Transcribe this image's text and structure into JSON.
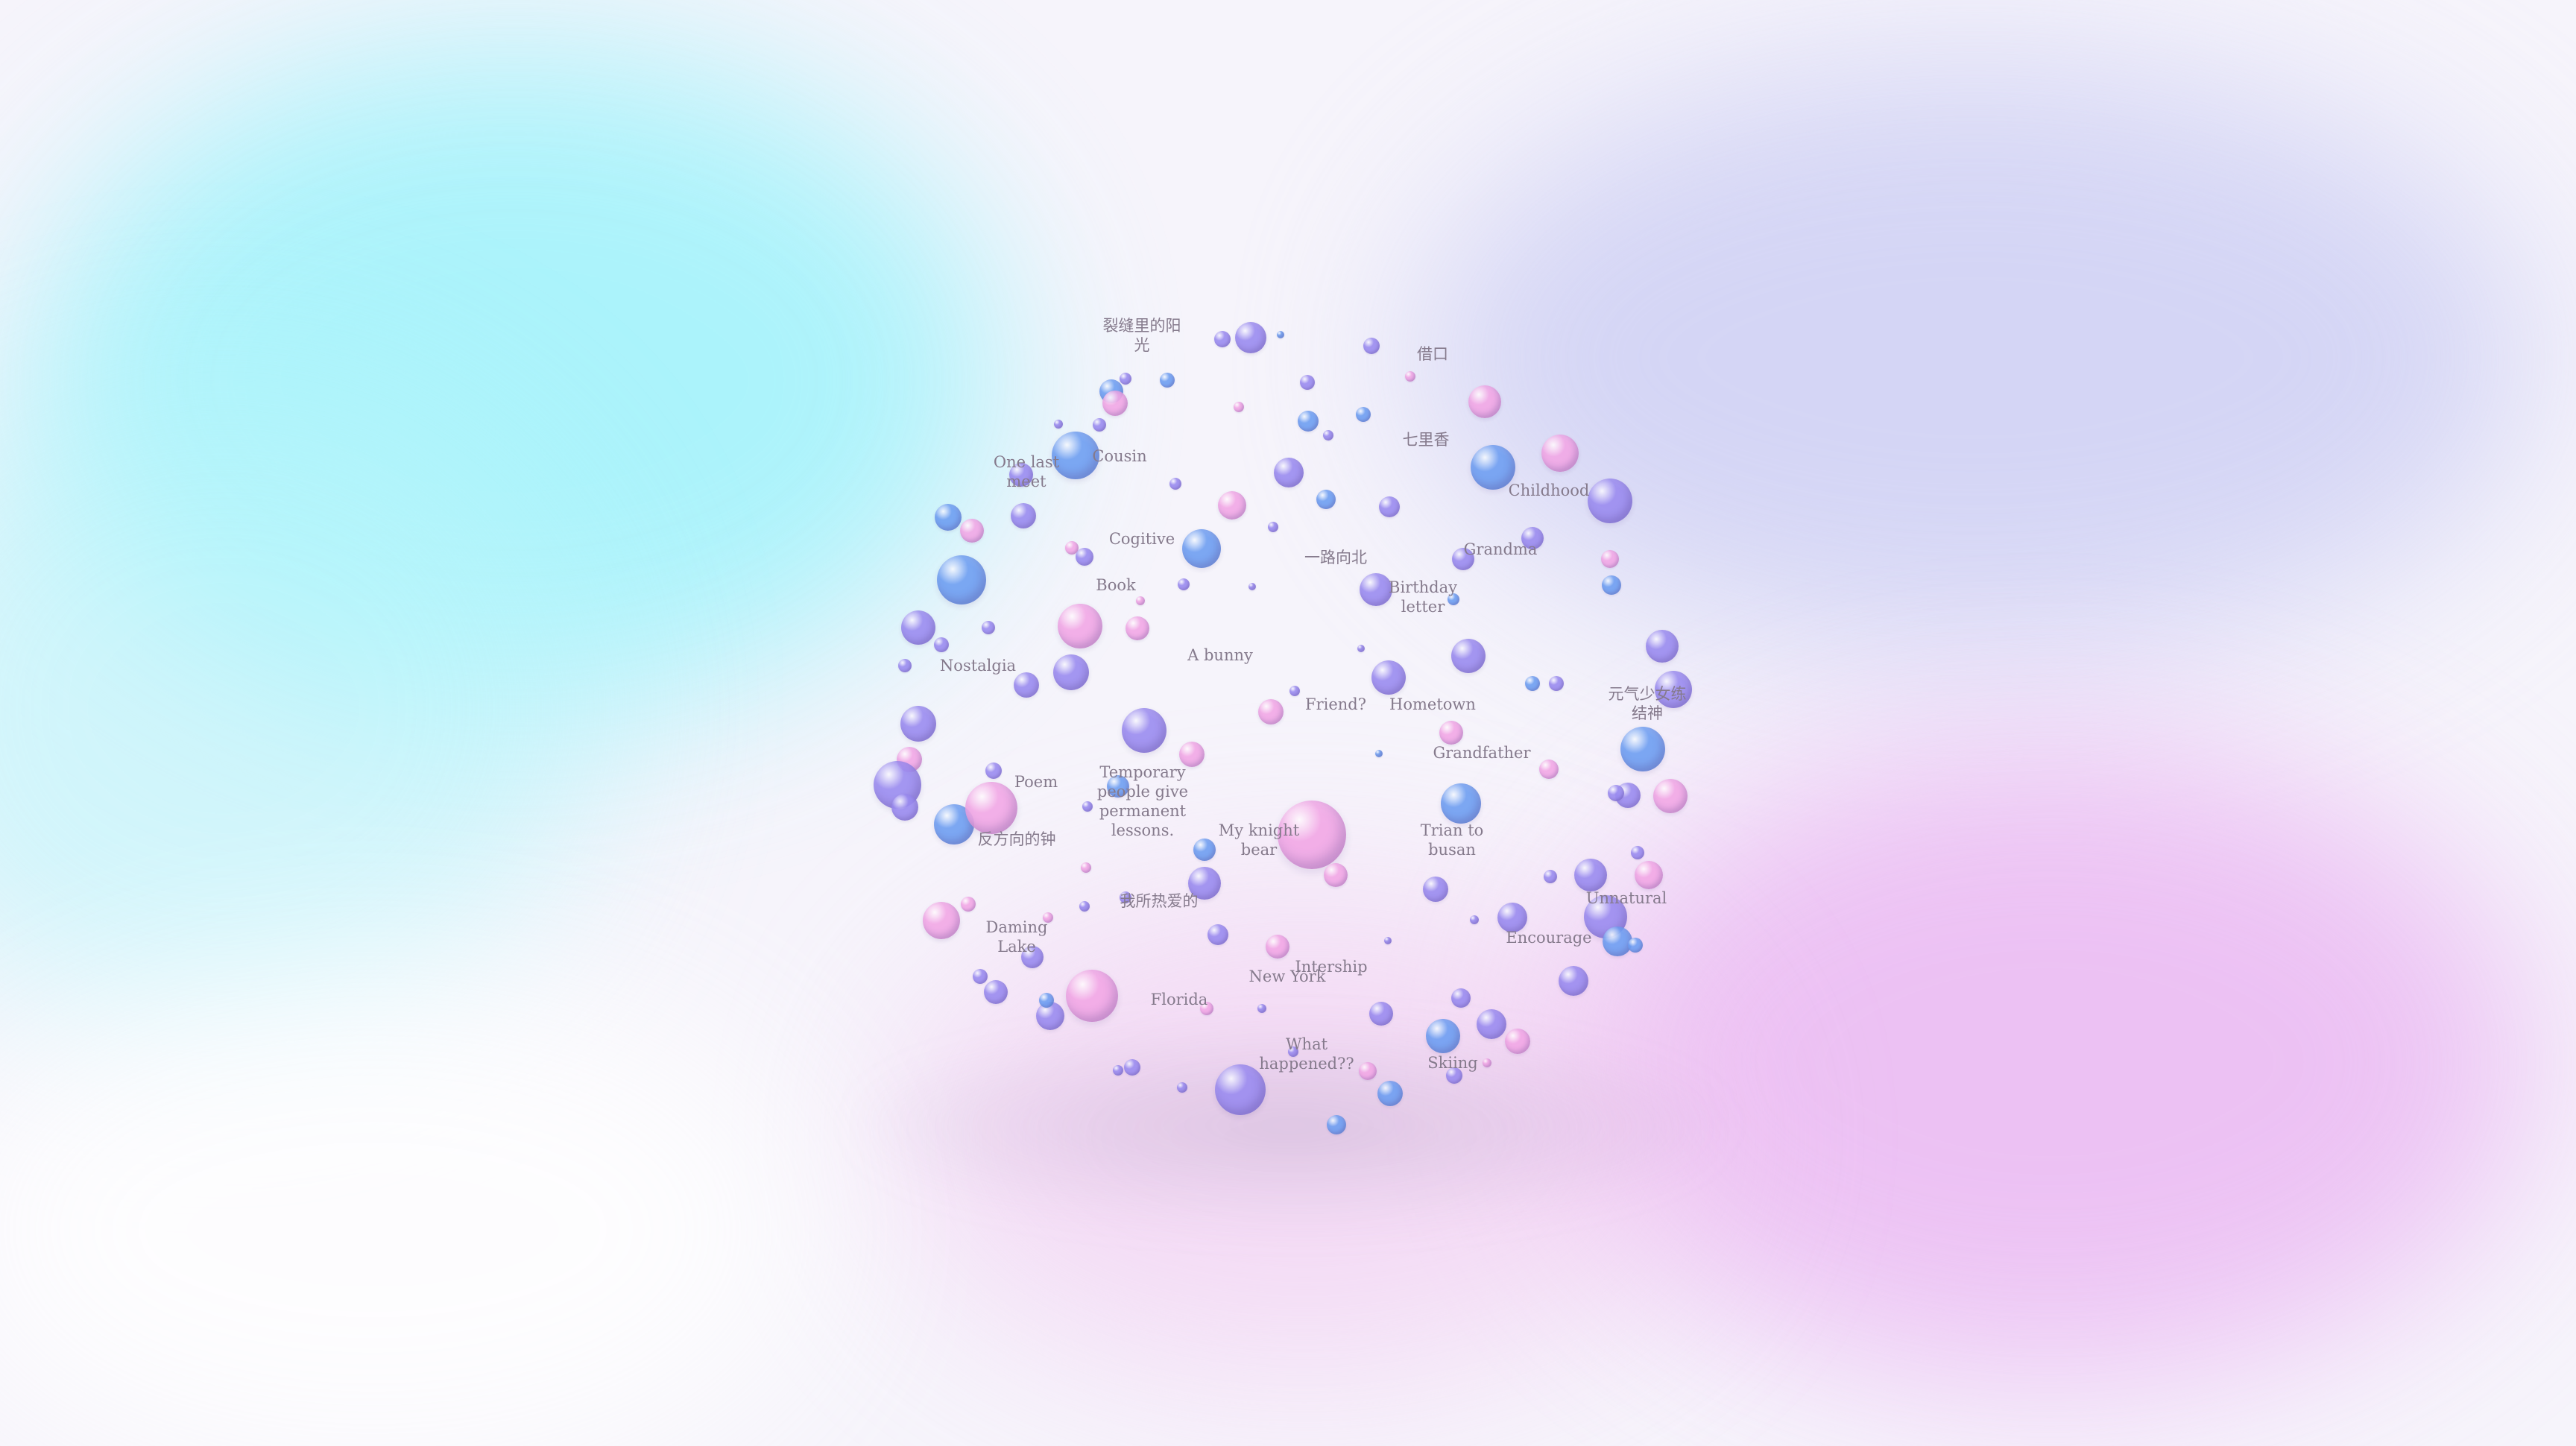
{
  "colors": {
    "background": "#f6f4fb",
    "cyan_glow": "#9ff3fb",
    "pink_glow": "#eab8f2",
    "violet_glow": "#c7c8f3",
    "word_text": "#857a8c",
    "bubble_violet": "#9b8cf0",
    "bubble_blue": "#6f9ff2",
    "bubble_pink": "#f2a8e6"
  },
  "words": [
    {
      "text": "裂缝里的阳\n光"
    },
    {
      "text": "借口"
    },
    {
      "text": "七里香"
    },
    {
      "text": "Cousin"
    },
    {
      "text": "One last\nmeet"
    },
    {
      "text": "Childhood"
    },
    {
      "text": "Cogitive"
    },
    {
      "text": "一路向北"
    },
    {
      "text": "Grandma"
    },
    {
      "text": "Book"
    },
    {
      "text": "Birthday\nletter"
    },
    {
      "text": "A bunny"
    },
    {
      "text": "Nostalgia"
    },
    {
      "text": "Friend?"
    },
    {
      "text": "Hometown"
    },
    {
      "text": "元气少女练\n结神"
    },
    {
      "text": "Grandfather"
    },
    {
      "text": "Poem"
    },
    {
      "text": "Temporary\npeople give\npermanent\nlessons."
    },
    {
      "text": "反方向的钟"
    },
    {
      "text": "My knight\nbear"
    },
    {
      "text": "Trian to\nbusan"
    },
    {
      "text": "我所热爱的"
    },
    {
      "text": "Unnatural"
    },
    {
      "text": "Daming\nLake"
    },
    {
      "text": "Encourage"
    },
    {
      "text": "Intership"
    },
    {
      "text": "New York"
    },
    {
      "text": "Florida"
    },
    {
      "text": "What\nhappened??"
    },
    {
      "text": "Skiing"
    }
  ]
}
